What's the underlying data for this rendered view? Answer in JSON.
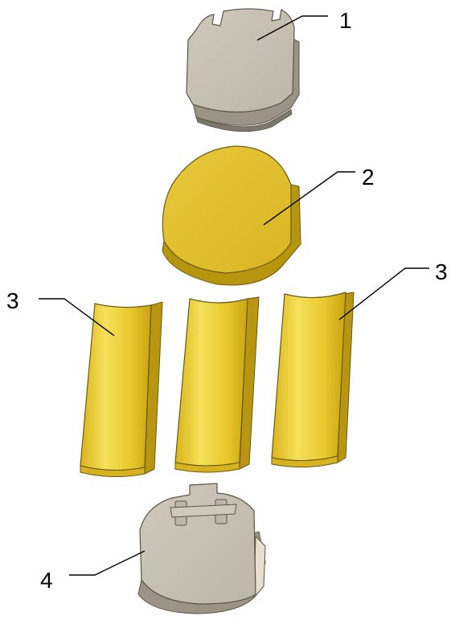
{
  "callouts": {
    "c1": "1",
    "c2": "2",
    "c3_left": "3",
    "c3_right": "3",
    "c4": "4"
  },
  "parts": [
    {
      "id": "1",
      "name": "top-cap-plate",
      "color": "#c8c2b4"
    },
    {
      "id": "2",
      "name": "round-disc",
      "color": "#e3c233"
    },
    {
      "id": "3",
      "name": "curved-segment",
      "count": 3,
      "color": "#e8c92e"
    },
    {
      "id": "4",
      "name": "bottom-base-housing",
      "color": "#c6c0b2"
    }
  ],
  "colors": {
    "gray_face": "#c8c2b4",
    "gray_side": "#9a9486",
    "gold_face": "#e3c233",
    "gold_side": "#b8950f",
    "outline": "#5a5448"
  }
}
